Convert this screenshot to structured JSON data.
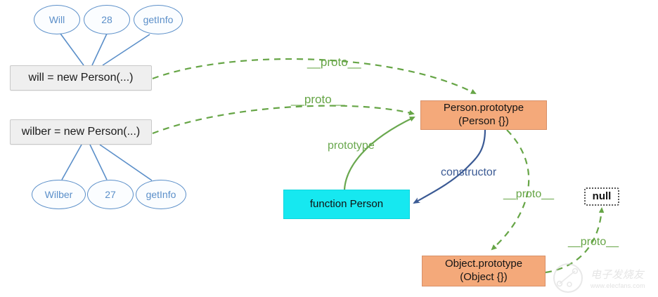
{
  "diagram": {
    "title": "JavaScript prototype chain diagram",
    "colors": {
      "instance_box_fill": "#efefef",
      "instance_box_border": "#c9c9c9",
      "prototype_box_fill": "#f4a97a",
      "prototype_box_border": "#d89068",
      "function_box_fill": "#16e8f0",
      "function_box_border": "#0fd6de",
      "ellipse_border": "#5b8fc9",
      "ellipse_text": "#5b8fc9",
      "proto_edge": "#6aa84f",
      "constructor_edge": "#3b5a94",
      "null_border": "#555555"
    },
    "nodes": {
      "will_instance": {
        "label": "will = new Person(...)"
      },
      "wilber_instance": {
        "label": "wilber = new Person(...)"
      },
      "person_prototype": {
        "line1": "Person.prototype",
        "line2": "(Person {})"
      },
      "function_person": {
        "label": "function Person"
      },
      "object_prototype": {
        "line1": "Object.prototype",
        "line2": "(Object {})"
      },
      "null_node": {
        "label": "null"
      }
    },
    "will_properties": [
      {
        "label": "Will"
      },
      {
        "label": "28"
      },
      {
        "label": "getInfo"
      }
    ],
    "wilber_properties": [
      {
        "label": "Wilber"
      },
      {
        "label": "27"
      },
      {
        "label": "getInfo"
      }
    ],
    "edges": [
      {
        "name": "will-to-person-prototype",
        "label": "__proto__",
        "style": "dashed",
        "color": "#6aa84f"
      },
      {
        "name": "wilber-to-person-prototype",
        "label": "__proto__",
        "style": "dashed",
        "color": "#6aa84f"
      },
      {
        "name": "function-person-to-person-prototype",
        "label": "prototype",
        "style": "solid",
        "color": "#6aa84f"
      },
      {
        "name": "person-prototype-to-function-person",
        "label": "constructor",
        "style": "solid",
        "color": "#3b5a94"
      },
      {
        "name": "person-prototype-to-object-prototype",
        "label": "__proto__",
        "style": "dashed",
        "color": "#6aa84f"
      },
      {
        "name": "object-prototype-to-null",
        "label": "__proto__",
        "style": "dashed",
        "color": "#6aa84f"
      }
    ],
    "watermark": {
      "cn": "电子发烧友",
      "url": "www.elecfans.com"
    }
  }
}
